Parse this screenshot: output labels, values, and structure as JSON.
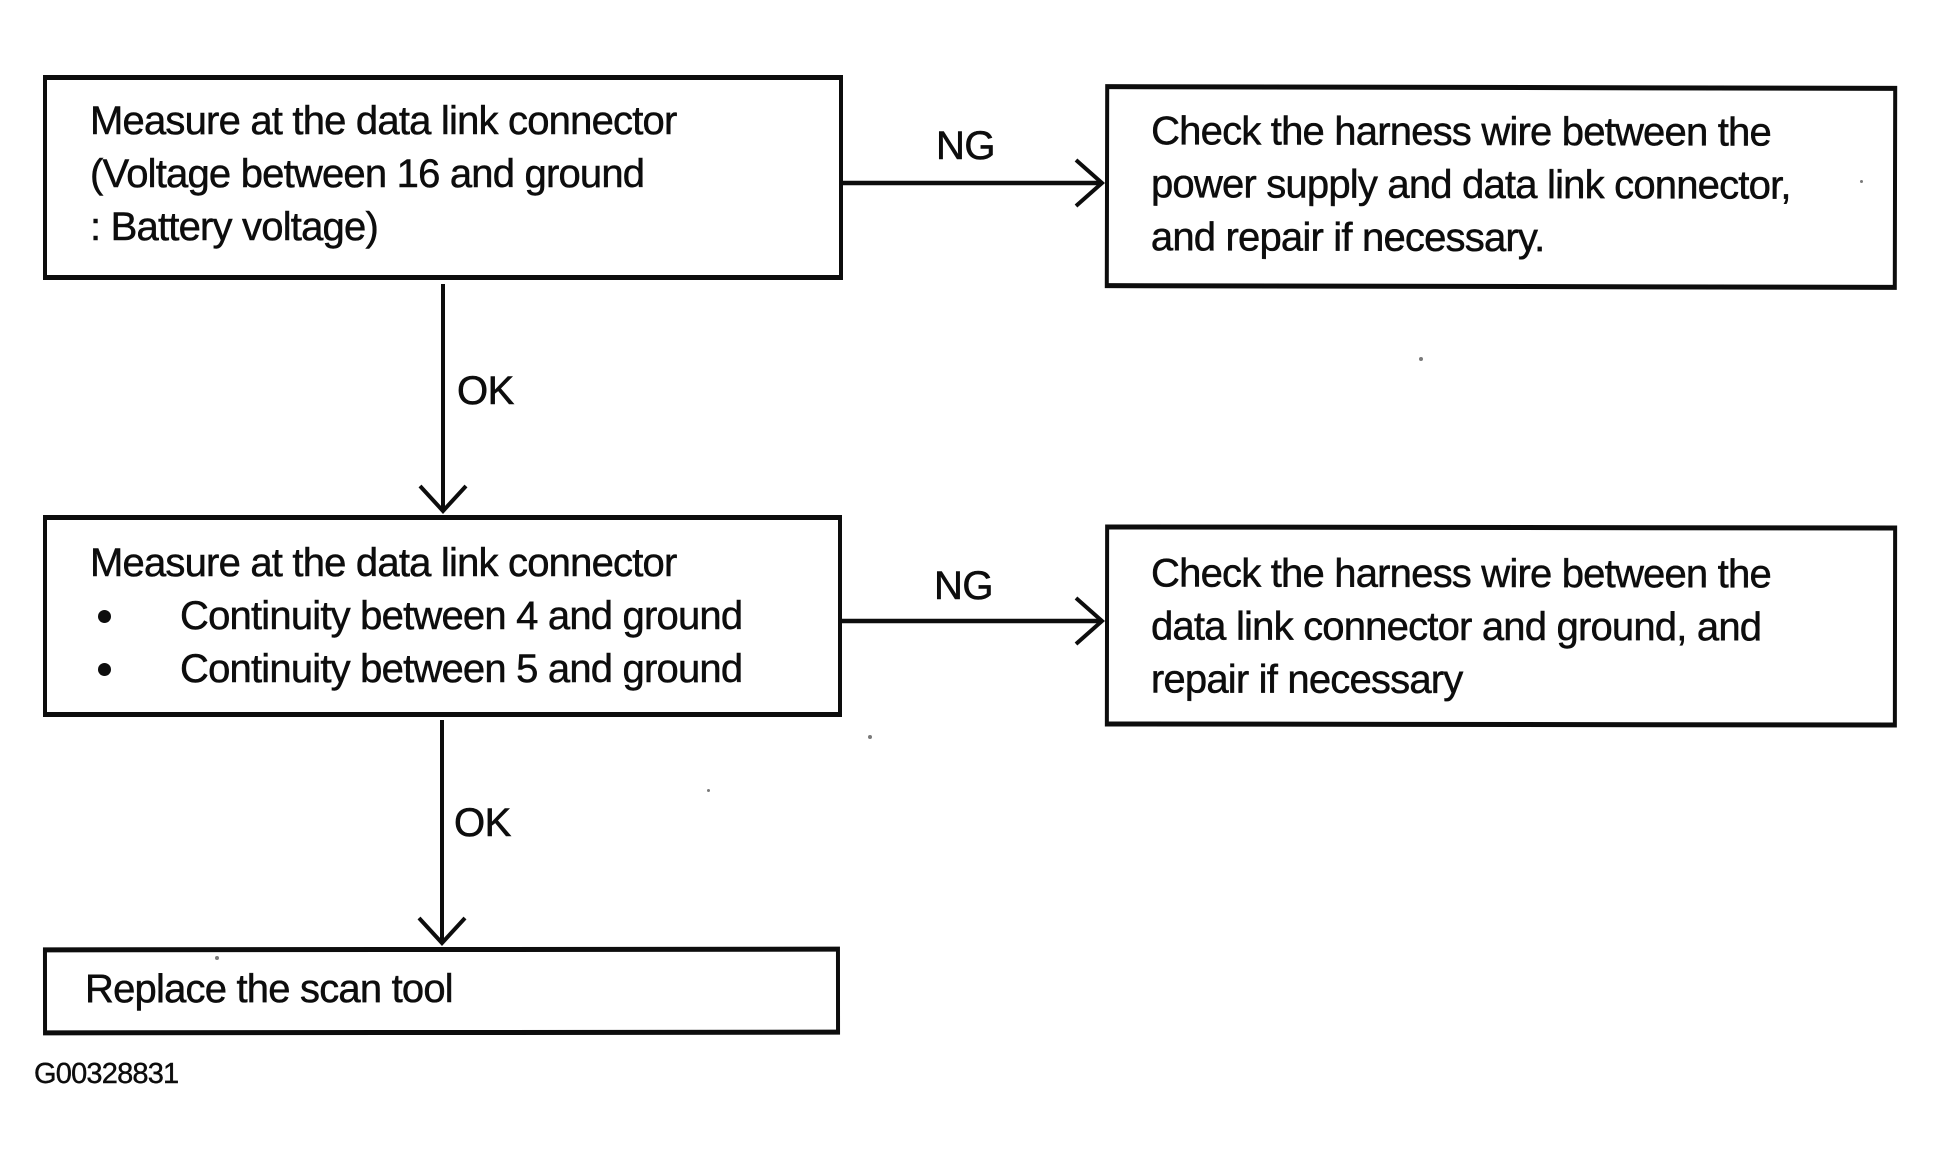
{
  "colors": {
    "ink": "#0d0d0d",
    "paper": "#ffffff"
  },
  "caption": "G00328831",
  "flowchart": {
    "nodes": {
      "step1": {
        "line1": "Measure at the data link connector",
        "line2": "(Voltage between 16 and ground",
        "line3": ": Battery voltage)"
      },
      "result1": {
        "line1": "Check the harness wire between the",
        "line2": "power supply and data link connector,",
        "line3": "and repair if necessary."
      },
      "step2": {
        "line1": "Measure at the data link connector",
        "bullet1": "Continuity between 4 and ground",
        "bullet2": "Continuity between 5 and ground"
      },
      "result2": {
        "line1": "Check the harness wire between the",
        "line2": "data link connector and ground, and",
        "line3": "repair if necessary"
      },
      "final": {
        "line1": "Replace the scan tool"
      }
    },
    "edges": [
      {
        "label": "NG",
        "from": "step1",
        "to": "result1",
        "direction": "right"
      },
      {
        "label": "OK",
        "from": "step1",
        "to": "step2",
        "direction": "down"
      },
      {
        "label": "NG",
        "from": "step2",
        "to": "result2",
        "direction": "right"
      },
      {
        "label": "OK",
        "from": "step2",
        "to": "final",
        "direction": "down"
      }
    ],
    "icons": {
      "bullet": "filled-circle"
    }
  }
}
